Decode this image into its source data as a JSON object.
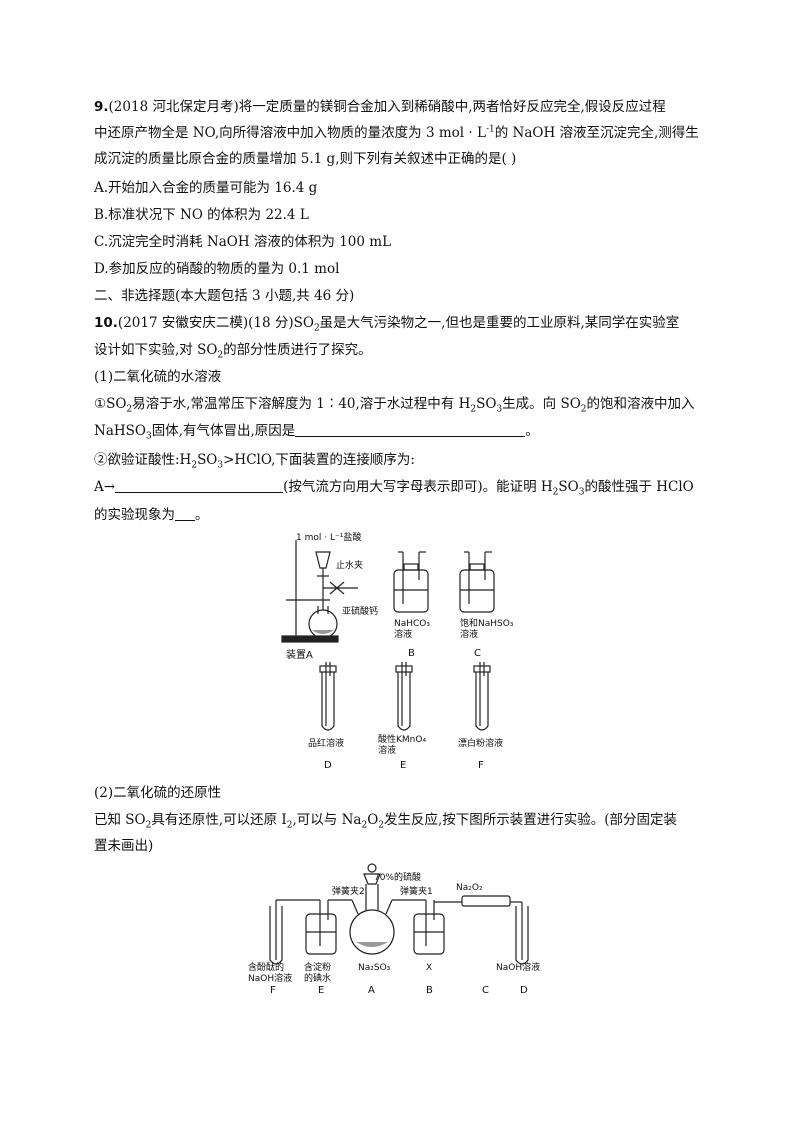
{
  "q9": {
    "number": "9.",
    "line1": "(2018 河北保定月考)将一定质量的镁铜合金加入到稀硝酸中,两者恰好反应完全,假设反应过程",
    "line2a": "中还原产物全是 NO,向所得溶液中加入物质的量浓度为 3 mol · L",
    "line2sup": "-1",
    "line2b": "的 NaOH 溶液至沉淀完全,测得生",
    "line3": "成沉淀的质量比原合金的质量增加 5.1 g,则下列有关叙述中正确的是(      )",
    "optA": "A.开始加入合金的质量可能为 16.4 g",
    "optB": "B.标准状况下 NO 的体积为 22.4 L",
    "optC": "C.沉淀完全时消耗 NaOH 溶液的体积为 100 mL",
    "optD": "D.参加反应的硝酸的物质的量为 0.1 mol"
  },
  "section2": "二、非选择题(本大题包括 3 小题,共 46 分)",
  "q10": {
    "number": "10.",
    "line1a": "(2017 安徽安庆二模)(18 分)SO",
    "line1sub": "2",
    "line1b": "虽是大气污染物之一,但也是重要的工业原料,某同学在实验室",
    "line2a": "设计如下实验,对 SO",
    "line2sub": "2",
    "line2b": "的部分性质进行了探究。",
    "part1_title": "(1)二氧化硫的水溶液",
    "p1_l1a": "①SO",
    "p1_l1sub": "2",
    "p1_l1b": "易溶于水,常温常压下溶解度为 1∶40,溶于水过程中有 H",
    "p1_l1sub2": "2",
    "p1_l1c": "SO",
    "p1_l1sub3": "3",
    "p1_l1d": "生成。向 SO",
    "p1_l1sub4": "2",
    "p1_l1e": "的饱和溶液中加入",
    "p1_l2a": "NaHSO",
    "p1_l2sub": "3",
    "p1_l2b": "固体,有气体冒出,原因是",
    "p1_l2c": "。",
    "p2_l1a": "②欲验证酸性:H",
    "p2_l1sub": "2",
    "p2_l1b": "SO",
    "p2_l1sub2": "3",
    "p2_l1c": ">HClO,下面装置的连接顺序为:",
    "p2_l2a": "A→",
    "p2_l2b": "(按气流方向用大写字母表示即可)。能证明 H",
    "p2_l2sub": "2",
    "p2_l2c": "SO",
    "p2_l2sub2": "3",
    "p2_l2d": "的酸性强于 HClO",
    "p2_l3a": "的实验现象为",
    "p2_l3b": "。",
    "part2_title": "(2)二氧化硫的还原性",
    "p3_l1a": "已知 SO",
    "p3_l1sub": "2",
    "p3_l1b": "具有还原性,可以还原 I",
    "p3_l1sub2": "2",
    "p3_l1c": ",可以与 Na",
    "p3_l1sub3": "2",
    "p3_l1d": "O",
    "p3_l1sub4": "2",
    "p3_l1e": "发生反应,按下图所示装置进行实验。(部分固定装",
    "p3_l2": "置未画出)"
  },
  "fig1": {
    "acid": "1 mol · L⁻¹盐酸",
    "clamp": "止水夹",
    "solid": "亚硫酸钙",
    "A": "装置A",
    "B_sol1": "NaHCO₃",
    "B_sol2": "溶液",
    "B": "B",
    "C_sol1": "饱和NaHSO₃",
    "C_sol2": "溶液",
    "C": "C",
    "D_sol": "品红溶液",
    "D": "D",
    "E_sol1": "酸性KMnO₄",
    "E_sol2": "溶液",
    "E": "E",
    "F_sol": "漂白粉溶液",
    "F": "F"
  },
  "fig2": {
    "acid": "70%的硫酸",
    "clip2": "弹簧夹2",
    "clip1": "弹簧夹1",
    "na2o2": "Na₂O₂",
    "F_sol1": "含酚酞的",
    "F_sol2": "NaOH溶液",
    "E_sol1": "含淀粉",
    "E_sol2": "的碘水",
    "A_sol": "Na₂SO₃",
    "B_sol": "X",
    "D_sol": "NaOH溶液",
    "F": "F",
    "E": "E",
    "A": "A",
    "B": "B",
    "C": "C",
    "D": "D"
  }
}
